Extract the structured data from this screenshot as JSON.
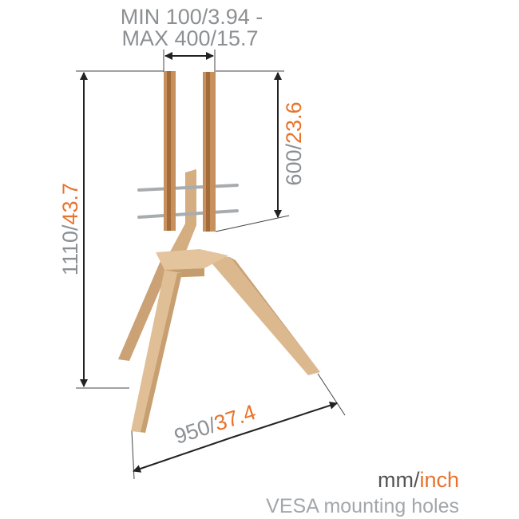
{
  "vesa_label": {
    "line1": "MIN 100/3.94 -",
    "line2": "MAX 400/15.7"
  },
  "height_dim": {
    "mm": "1110/",
    "inch": "43.7"
  },
  "vesa_height_dim": {
    "mm": "600/",
    "inch": "23.6"
  },
  "width_dim": {
    "mm": "950/",
    "inch": "37.4"
  },
  "legend": {
    "mm": "mm/",
    "inch": "inch",
    "caption": "VESA mounting holes"
  },
  "colors": {
    "accent": "#e8732c",
    "text": "#8c9093",
    "wood": "#dcb88f"
  }
}
